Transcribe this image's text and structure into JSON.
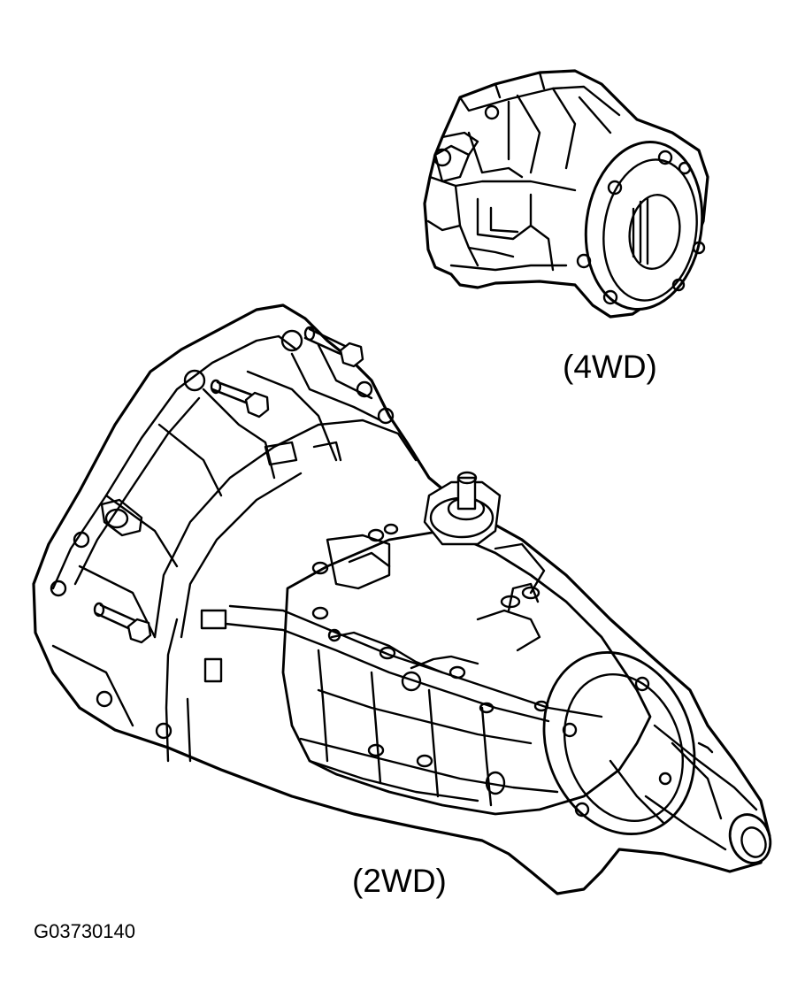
{
  "labels": {
    "four_wd": "(4WD)",
    "two_wd": "(2WD)",
    "figure_id": "G03730140"
  }
}
